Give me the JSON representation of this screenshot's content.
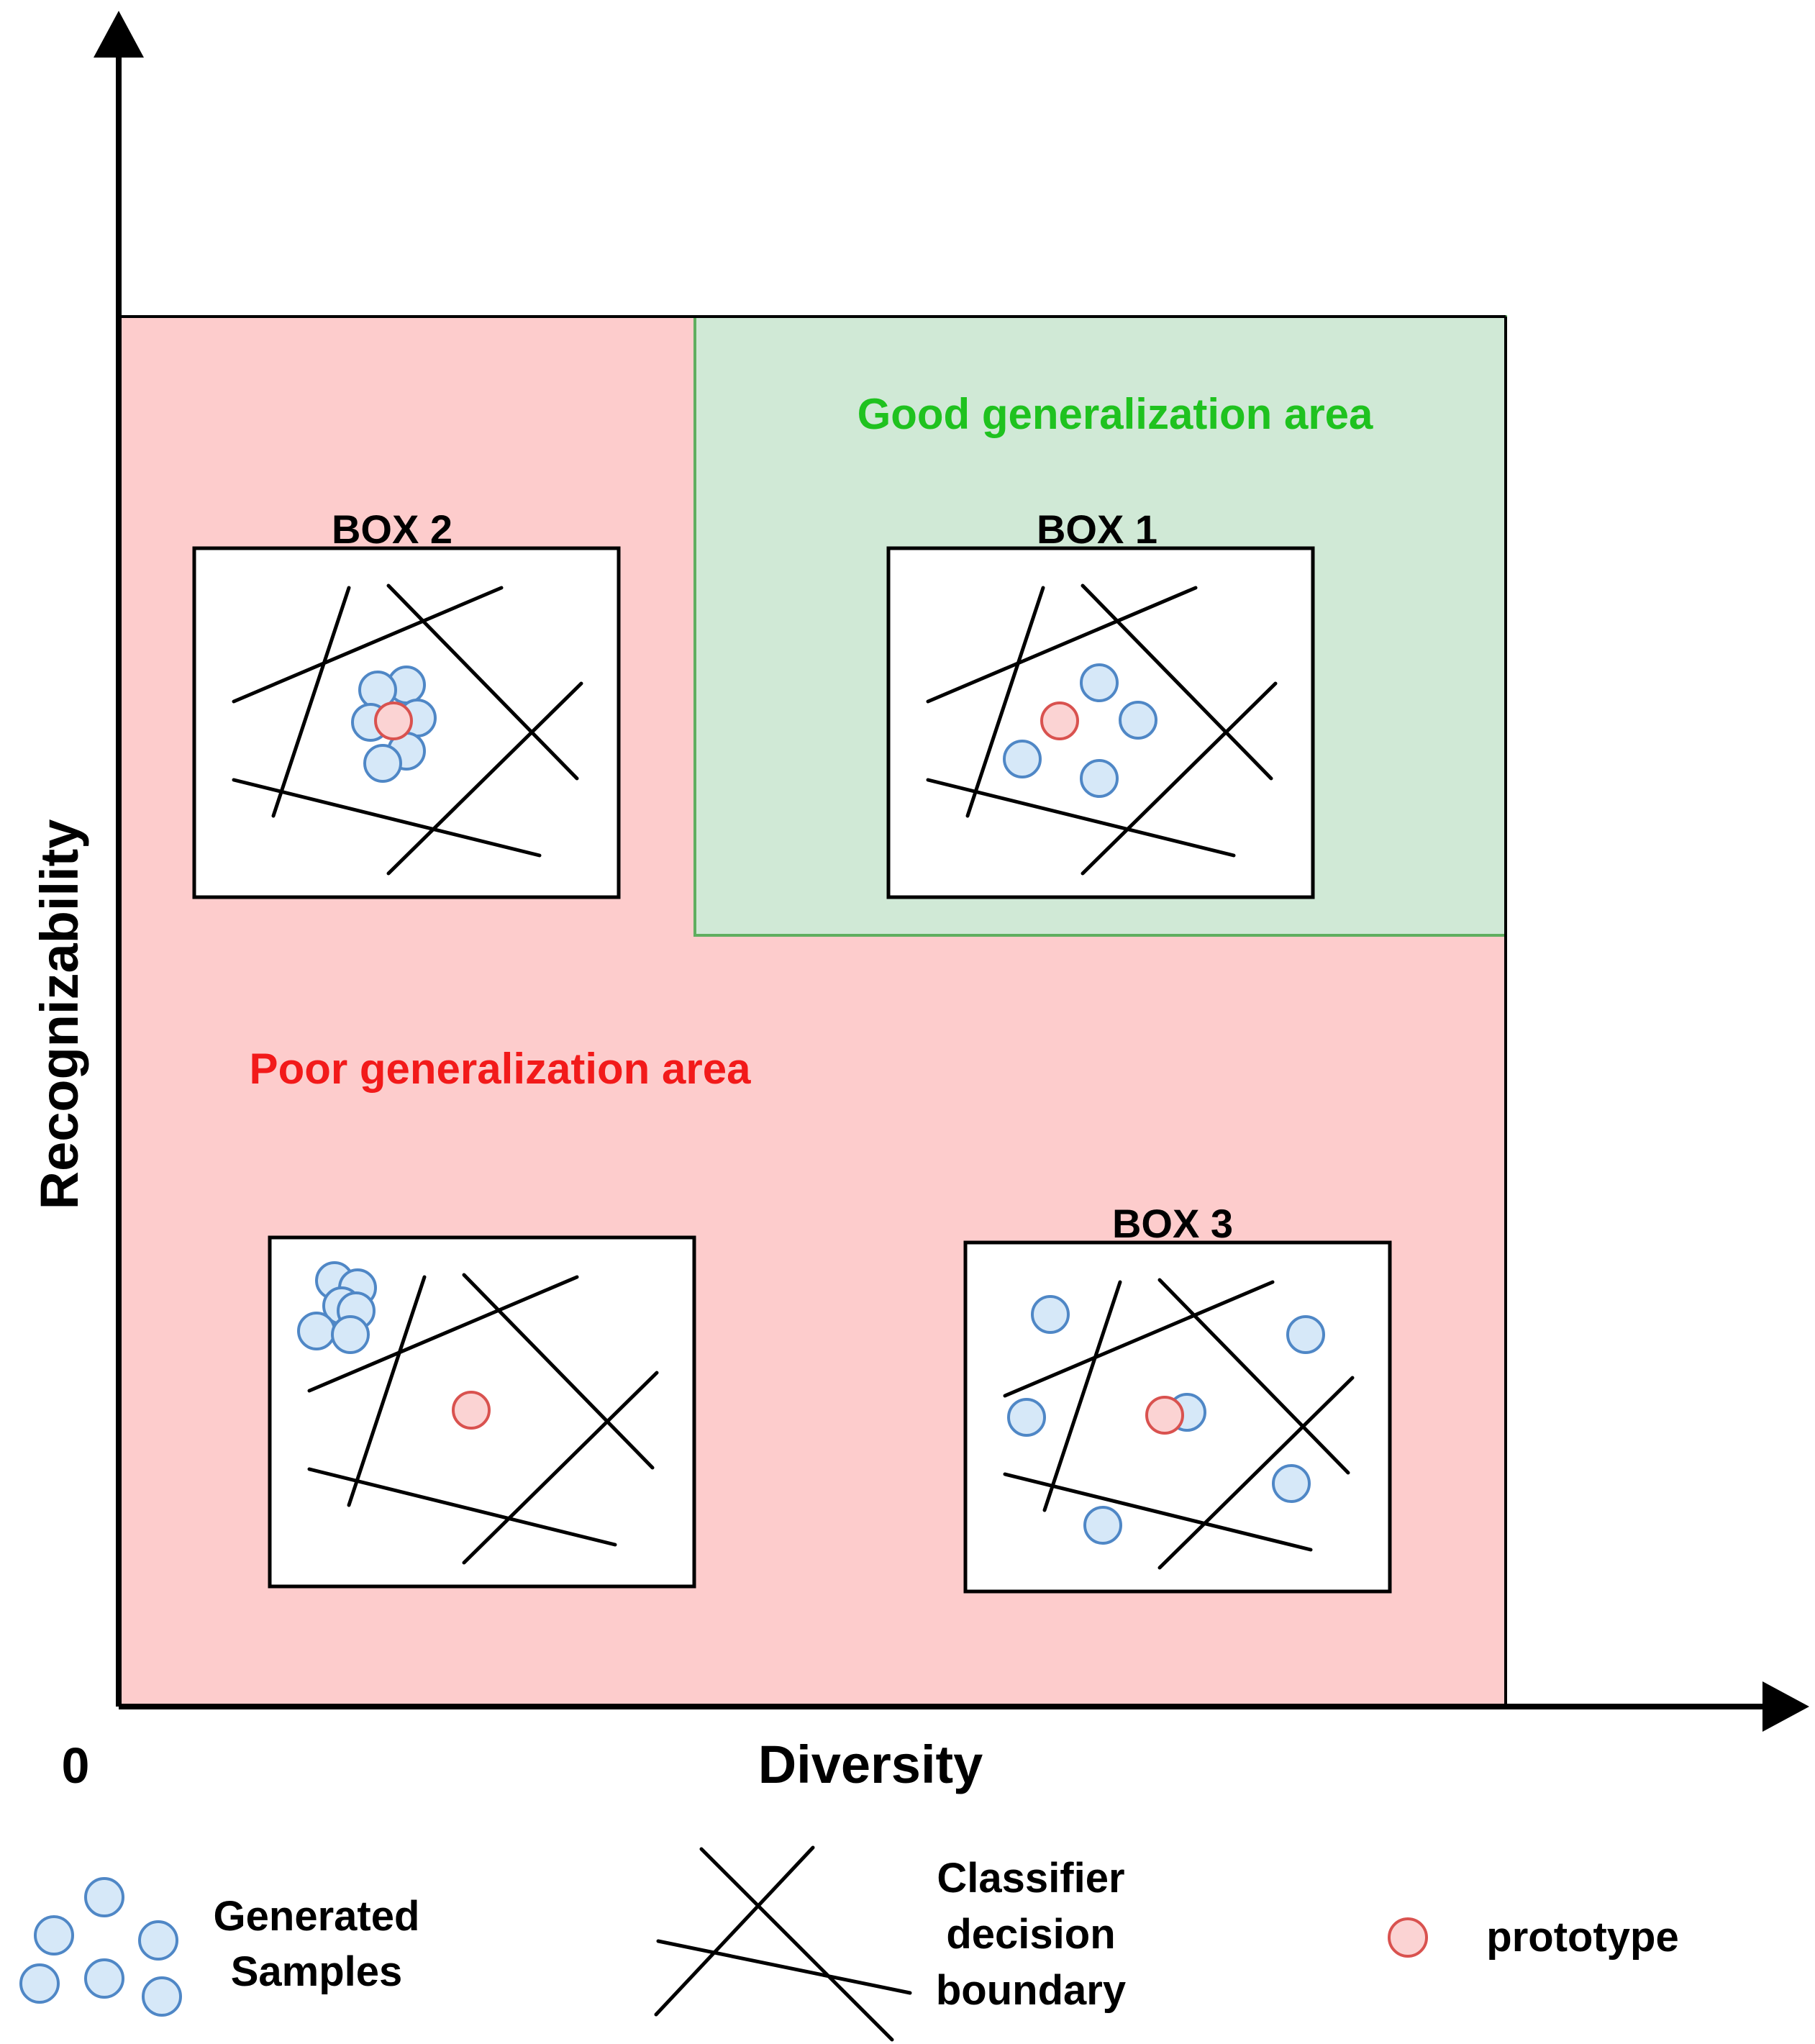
{
  "axes": {
    "y_label": "Recognizability",
    "x_label": "Diversity",
    "origin_label": "0"
  },
  "regions": {
    "good": {
      "label": "Good generalization area",
      "fill": "#d0e9d6",
      "border": "#5fae5f",
      "text_color": "#1fc21f"
    },
    "poor": {
      "label": "Poor generalization area",
      "fill": "#fdcccc",
      "text_color": "#f21a1a"
    }
  },
  "boxes": [
    {
      "label": "BOX 2",
      "kind": "collapsed_on_prototype"
    },
    {
      "label": "BOX 1",
      "kind": "diverse_within_class"
    },
    {
      "label": "",
      "kind": "collapsed_away_from_prototype"
    },
    {
      "label": "BOX 3",
      "kind": "scattered_outside_class"
    }
  ],
  "legend": {
    "samples_label_line1": "Generated",
    "samples_label_line2": "Samples",
    "boundary_label_line1": "Classifier",
    "boundary_label_line2": "decision",
    "boundary_label_line3": "boundary",
    "prototype_label": "prototype"
  },
  "colors": {
    "sample_fill": "#d6e8f8",
    "sample_stroke": "#4f87c6",
    "prototype_fill": "#fbd3d3",
    "prototype_stroke": "#d9524f",
    "line": "#000000"
  }
}
